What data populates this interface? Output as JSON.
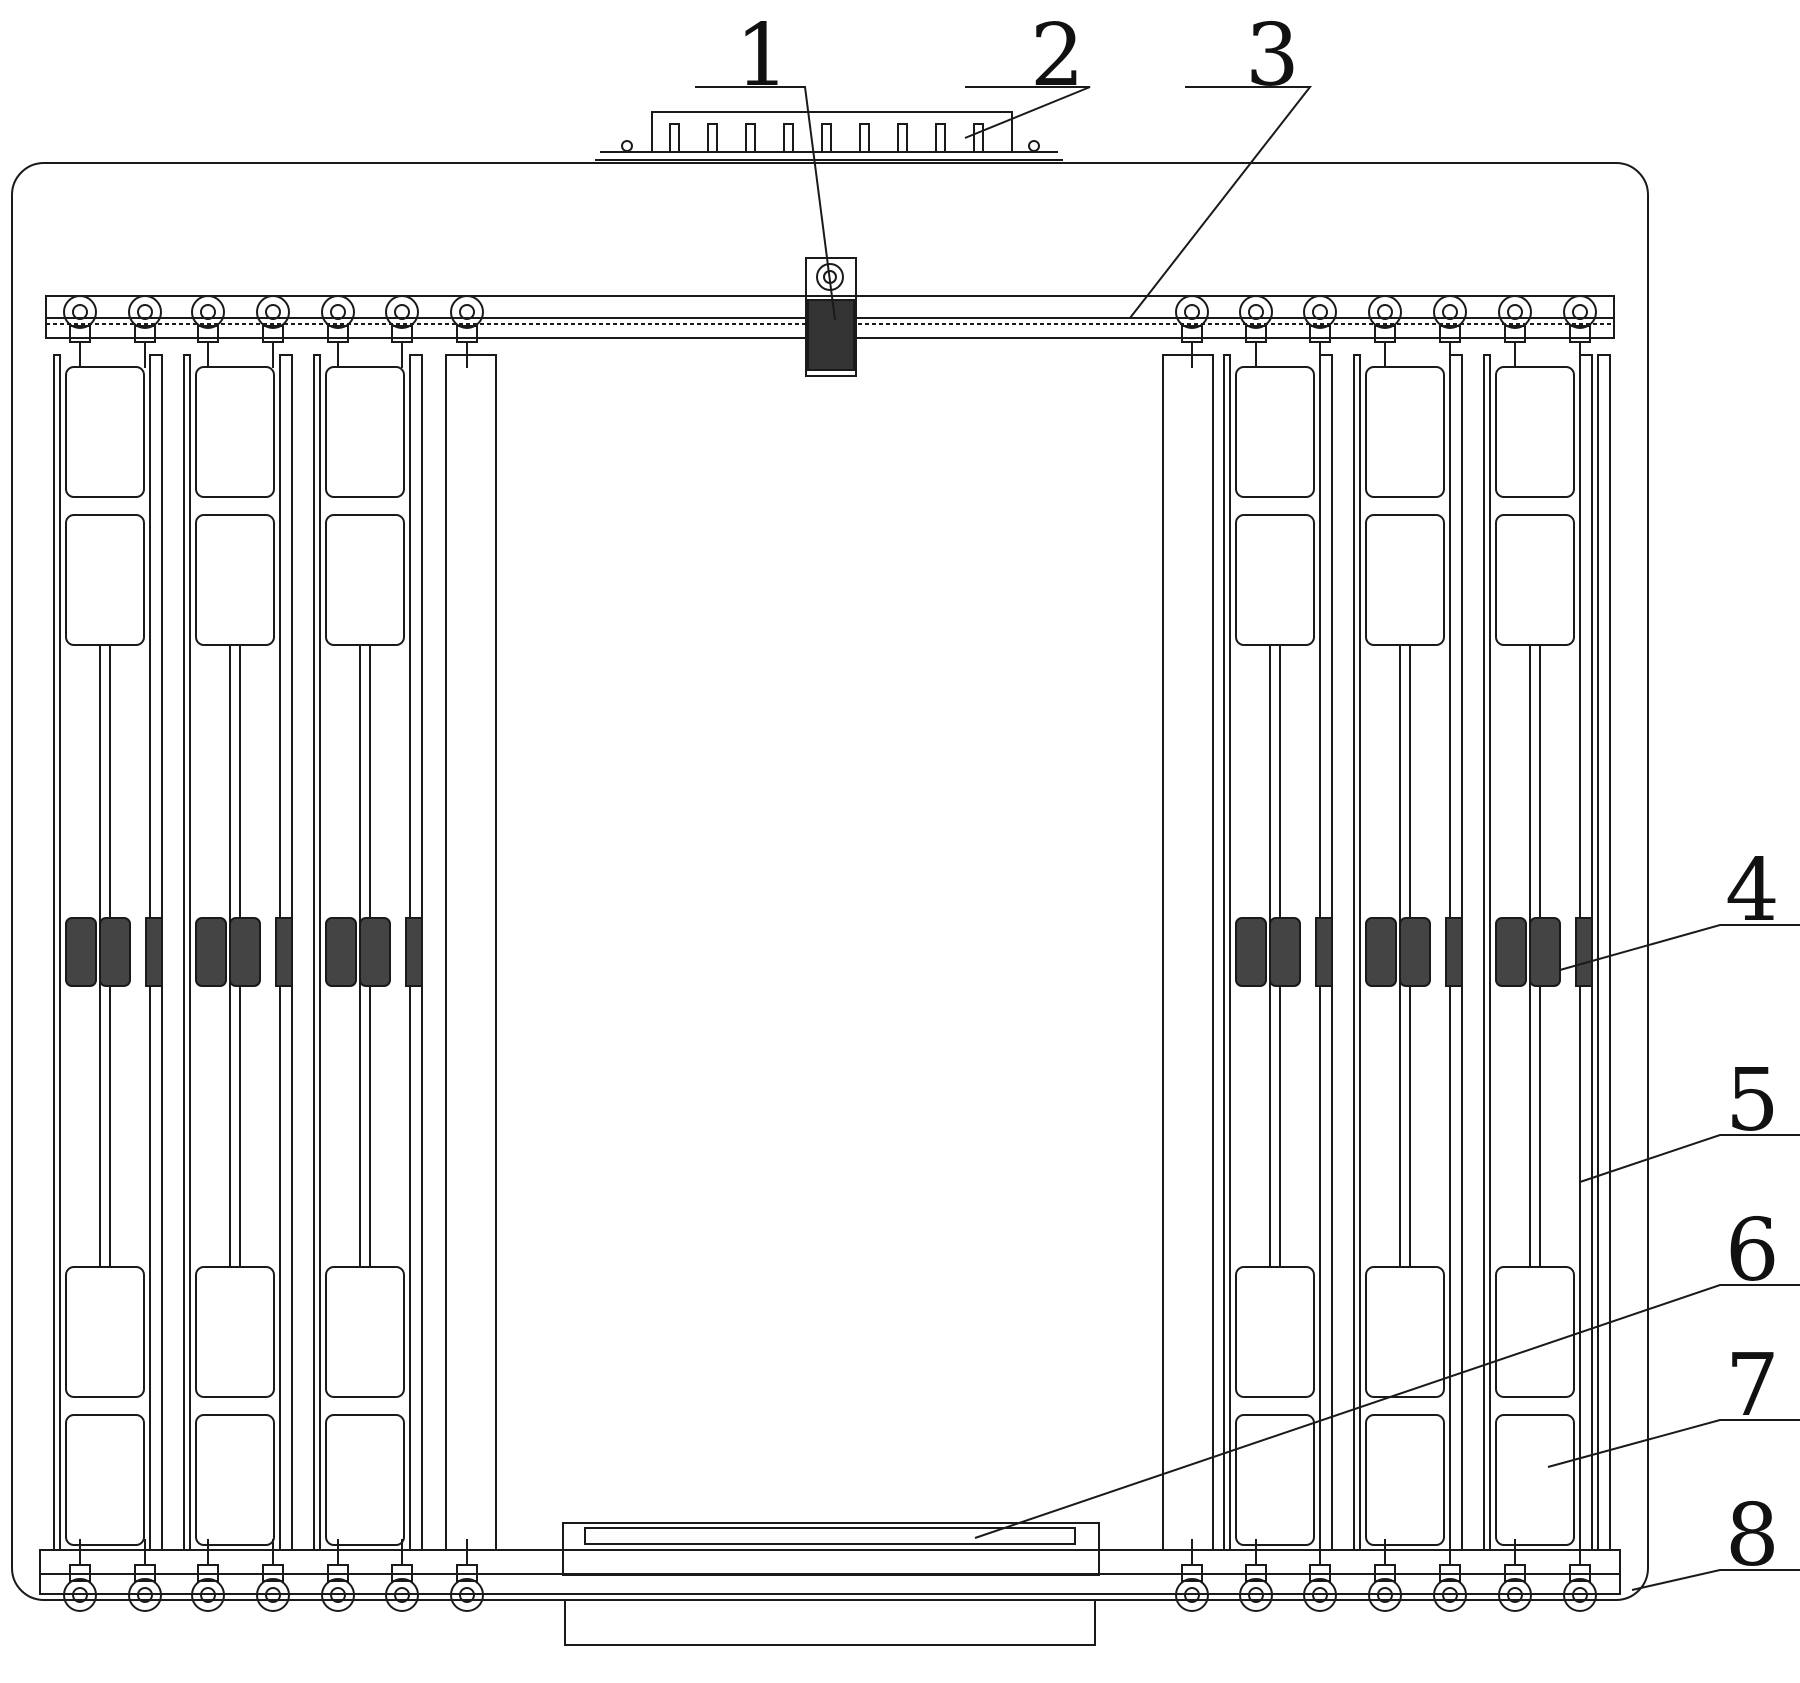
{
  "figure": {
    "kind": "technical patent drawing",
    "stroke_color": "#1a1a1a",
    "background": "#ffffff",
    "labels": [
      {
        "id": "1",
        "text": "1"
      },
      {
        "id": "2",
        "text": "2"
      },
      {
        "id": "3",
        "text": "3"
      },
      {
        "id": "4",
        "text": "4"
      },
      {
        "id": "5",
        "text": "5"
      },
      {
        "id": "6",
        "text": "6"
      },
      {
        "id": "7",
        "text": "7"
      },
      {
        "id": "8",
        "text": "8"
      }
    ]
  }
}
